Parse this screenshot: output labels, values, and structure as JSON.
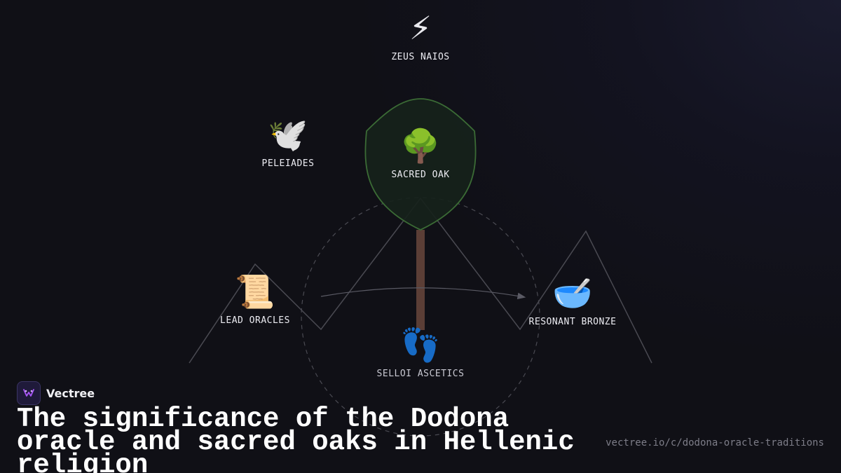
{
  "nodes": {
    "zeus": {
      "icon": "lightning-bolt-icon",
      "glyph": "⚡",
      "label": "ZEUS NAIOS"
    },
    "peleiades": {
      "icon": "dove-icon",
      "glyph": "🕊️",
      "label": "PELEIADES"
    },
    "sacred_oak": {
      "icon": "oak-tree-icon",
      "glyph": "🌳",
      "label": "SACRED OAK"
    },
    "lead_oracles": {
      "icon": "scroll-icon",
      "glyph": "📜",
      "label": "LEAD ORACLES"
    },
    "resonant_bronze": {
      "icon": "bronze-bowl-icon",
      "glyph": "🥣",
      "label": "RESONANT BRONZE"
    },
    "selloi": {
      "icon": "footprints-icon",
      "glyph": "👣",
      "label": "SELLOI ASCETICS"
    }
  },
  "brand": {
    "name": "Vectree",
    "icon": "vectree-logo-icon"
  },
  "headline": "The significance of the Dodona oracle and sacred oaks in Hellenic religion",
  "url": "vectree.io/c/dodona-oracle-traditions",
  "colors": {
    "background": "#101016",
    "canopy_fill": "#16221b",
    "canopy_stroke": "#3b6b35",
    "trunk": "#5b3e36",
    "line": "#4a4a52",
    "accent": "#a855f7"
  }
}
